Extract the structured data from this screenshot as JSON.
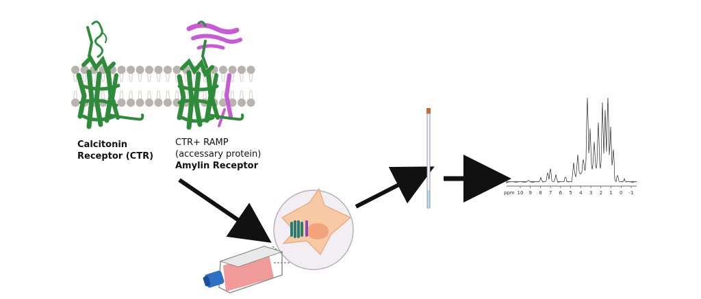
{
  "labels": {
    "ctr_line1": "Calcitonin",
    "ctr_line2": "Receptor (CTR)",
    "amylin_line1": "CTR+ RAMP",
    "amylin_line2": "(accessary protein)",
    "amylin_line3": "Amylin Receptor"
  },
  "nmr_axis": {
    "unit": "ppm",
    "ticks": [
      "10",
      "9",
      "8",
      "7",
      "6",
      "5",
      "4",
      "3",
      "2",
      "1",
      "0",
      "-1"
    ]
  },
  "colors": {
    "receptor_green": "#2e8b3a",
    "ramp_magenta": "#c85ad6",
    "membrane_head": "#b8b3ae",
    "membrane_tail": "#d9d4cf",
    "cell_fill": "#f7c9a5",
    "flask_medium": "#f08f8f",
    "flask_cap": "#2f6fc4",
    "arrow": "#111111"
  },
  "icons": [
    "receptor-structure-icon",
    "amylin-receptor-structure-icon",
    "cell-icon",
    "culture-flask-icon",
    "nmr-tube-icon",
    "nmr-spectrum-icon"
  ]
}
